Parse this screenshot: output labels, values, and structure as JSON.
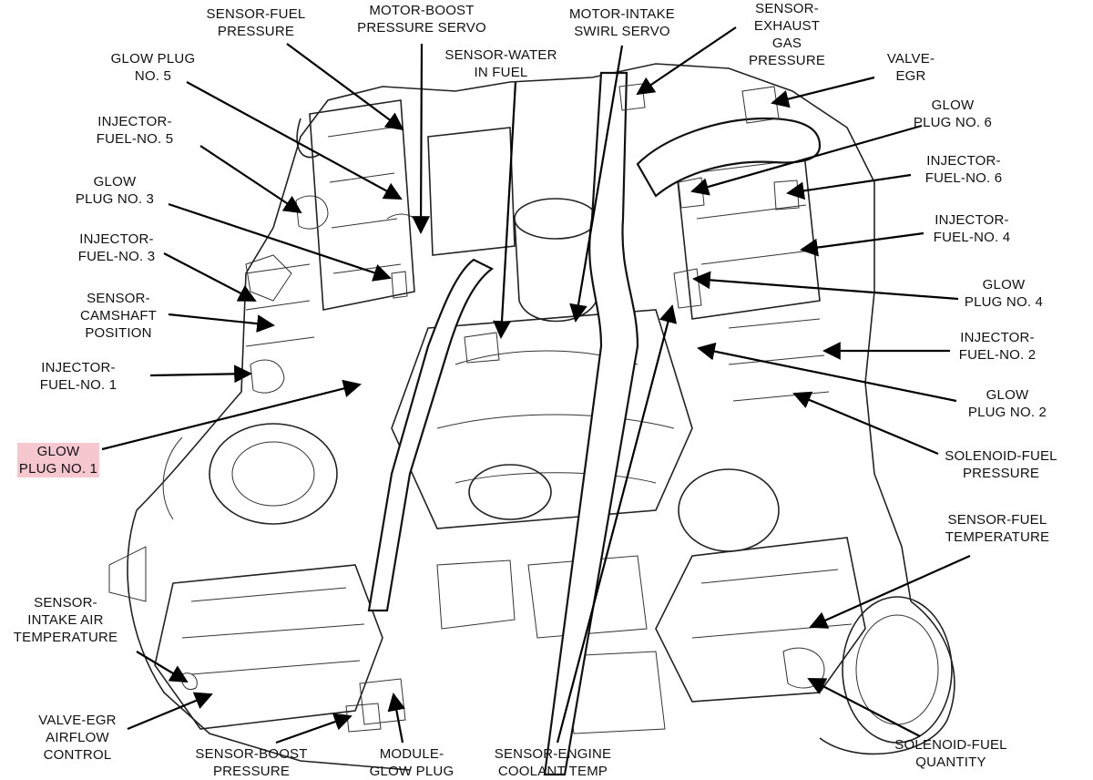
{
  "labels": [
    {
      "id": "sensor-fuel-pressure",
      "lines": [
        "SENSOR-FUEL",
        "PRESSURE"
      ]
    },
    {
      "id": "motor-boost-pressure-servo",
      "lines": [
        "MOTOR-BOOST",
        "PRESSURE SERVO"
      ]
    },
    {
      "id": "motor-intake-swirl-servo",
      "lines": [
        "MOTOR-INTAKE",
        "SWIRL SERVO"
      ]
    },
    {
      "id": "sensor-exhaust-gas-pressure",
      "lines": [
        "SENSOR-",
        "EXHAUST",
        "GAS",
        "PRESSURE"
      ]
    },
    {
      "id": "glow-plug-no-5",
      "lines": [
        "GLOW PLUG",
        "NO. 5"
      ]
    },
    {
      "id": "sensor-water-in-fuel",
      "lines": [
        "SENSOR-WATER",
        "IN FUEL"
      ]
    },
    {
      "id": "valve-egr",
      "lines": [
        "VALVE-",
        "EGR"
      ]
    },
    {
      "id": "glow-plug-no-6",
      "lines": [
        "GLOW",
        "PLUG NO. 6"
      ]
    },
    {
      "id": "injector-fuel-no-5",
      "lines": [
        "INJECTOR-",
        "FUEL-NO. 5"
      ]
    },
    {
      "id": "injector-fuel-no-6",
      "lines": [
        "INJECTOR-",
        "FUEL-NO. 6"
      ]
    },
    {
      "id": "glow-plug-no-3",
      "lines": [
        "GLOW",
        "PLUG NO. 3"
      ]
    },
    {
      "id": "injector-fuel-no-4",
      "lines": [
        "INJECTOR-",
        "FUEL-NO. 4"
      ]
    },
    {
      "id": "injector-fuel-no-3",
      "lines": [
        "INJECTOR-",
        "FUEL-NO. 3"
      ]
    },
    {
      "id": "glow-plug-no-4",
      "lines": [
        "GLOW",
        "PLUG NO. 4"
      ]
    },
    {
      "id": "sensor-camshaft-position",
      "lines": [
        "SENSOR-",
        "CAMSHAFT",
        "POSITION"
      ]
    },
    {
      "id": "injector-fuel-no-2",
      "lines": [
        "INJECTOR-",
        "FUEL-NO. 2"
      ]
    },
    {
      "id": "injector-fuel-no-1",
      "lines": [
        "INJECTOR-",
        "FUEL-NO. 1"
      ]
    },
    {
      "id": "glow-plug-no-2",
      "lines": [
        "GLOW",
        "PLUG NO. 2"
      ]
    },
    {
      "id": "glow-plug-no-1",
      "lines": [
        "GLOW",
        "PLUG NO. 1"
      ],
      "highlight": true
    },
    {
      "id": "solenoid-fuel-pressure",
      "lines": [
        "SOLENOID-FUEL",
        "PRESSURE"
      ]
    },
    {
      "id": "sensor-fuel-temperature",
      "lines": [
        "SENSOR-FUEL",
        "TEMPERATURE"
      ]
    },
    {
      "id": "sensor-intake-air-temperature",
      "lines": [
        "SENSOR-",
        "INTAKE AIR",
        "TEMPERATURE"
      ]
    },
    {
      "id": "valve-egr-airflow-control",
      "lines": [
        "VALVE-EGR",
        "AIRFLOW",
        "CONTROL"
      ]
    },
    {
      "id": "sensor-boost-pressure",
      "lines": [
        "SENSOR-BOOST",
        "PRESSURE"
      ]
    },
    {
      "id": "module-glow-plug",
      "lines": [
        "MODULE-",
        "GLOW PLUG"
      ]
    },
    {
      "id": "sensor-engine-coolant-temp",
      "lines": [
        "SENSOR-ENGINE",
        "COOLANT TEMP"
      ]
    },
    {
      "id": "solenoid-fuel-quantity",
      "lines": [
        "SOLENOID-FUEL",
        "QUANTITY"
      ]
    }
  ],
  "colors": {
    "highlight": "#f6c7cf",
    "ink": "#111111"
  }
}
